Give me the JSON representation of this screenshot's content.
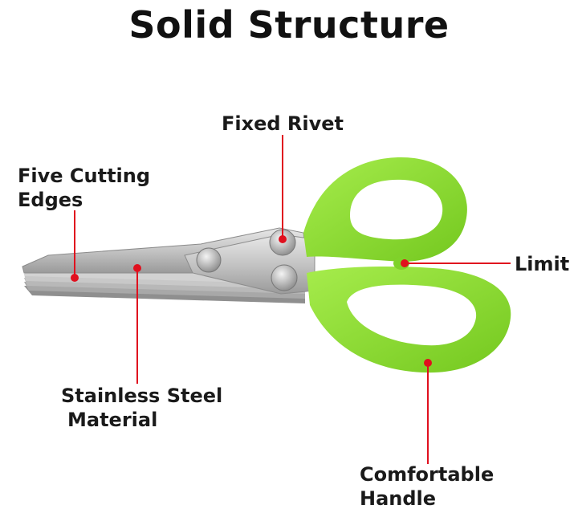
{
  "title": "Solid Structure",
  "labels": {
    "fixed_rivet": "Fixed Rivet",
    "five_cutting_line1": "Five Cutting",
    "five_cutting_line2": "Edges",
    "limit": "Limit",
    "stainless_line1": "Stainless Steel",
    "stainless_line2": "Material",
    "comfortable_line1": "Comfortable",
    "comfortable_line2": "Handle"
  },
  "colors": {
    "handle_green": "#8fe03a",
    "marker_red": "#e0101e",
    "blade_steel": "#c9c9c9"
  }
}
